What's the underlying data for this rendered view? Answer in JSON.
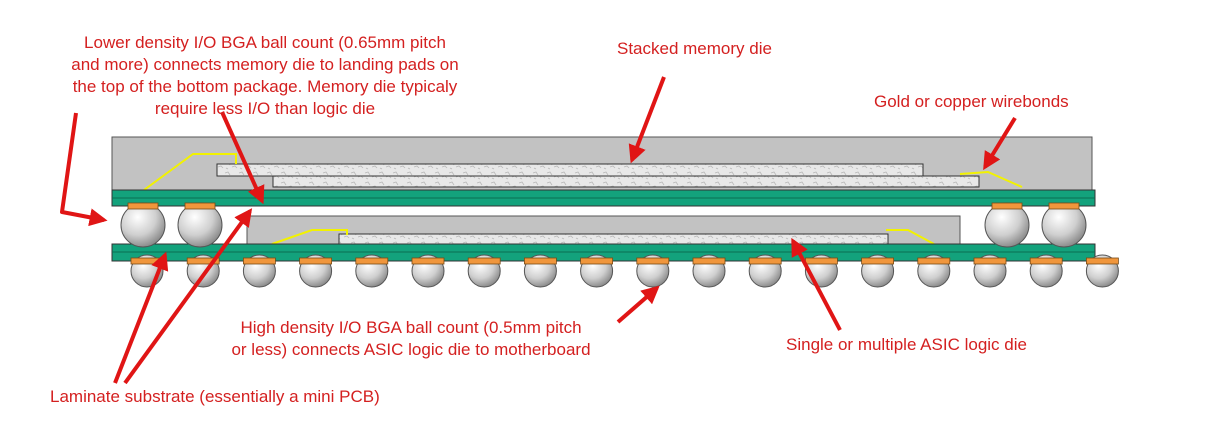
{
  "colors": {
    "label": "#d42020",
    "arrow": "#e01515",
    "mold": "#c2c2c2",
    "die": "#e6e6e6",
    "substrate": "#13a27c",
    "pad": "#f0963c",
    "wire": "#f2f200",
    "ball": "#b9b9b9"
  },
  "labels": {
    "low_density_io": [
      "Lower density I/O  BGA ball count (0.65mm pitch",
      "and more) connects memory die to landing pads on",
      "the top of the bottom package. Memory die typicaly",
      "require less I/O than logic die"
    ],
    "stacked_memory_die": "Stacked memory die",
    "wirebonds": "Gold or copper wirebonds",
    "high_density_io": [
      "High density I/O BGA ball count (0.5mm pitch",
      "or less) connects ASIC logic die to motherboard"
    ],
    "asic_logic_die": "Single or multiple ASIC logic die",
    "laminate_substrate": "Laminate substrate (essentially a mini PCB)"
  }
}
